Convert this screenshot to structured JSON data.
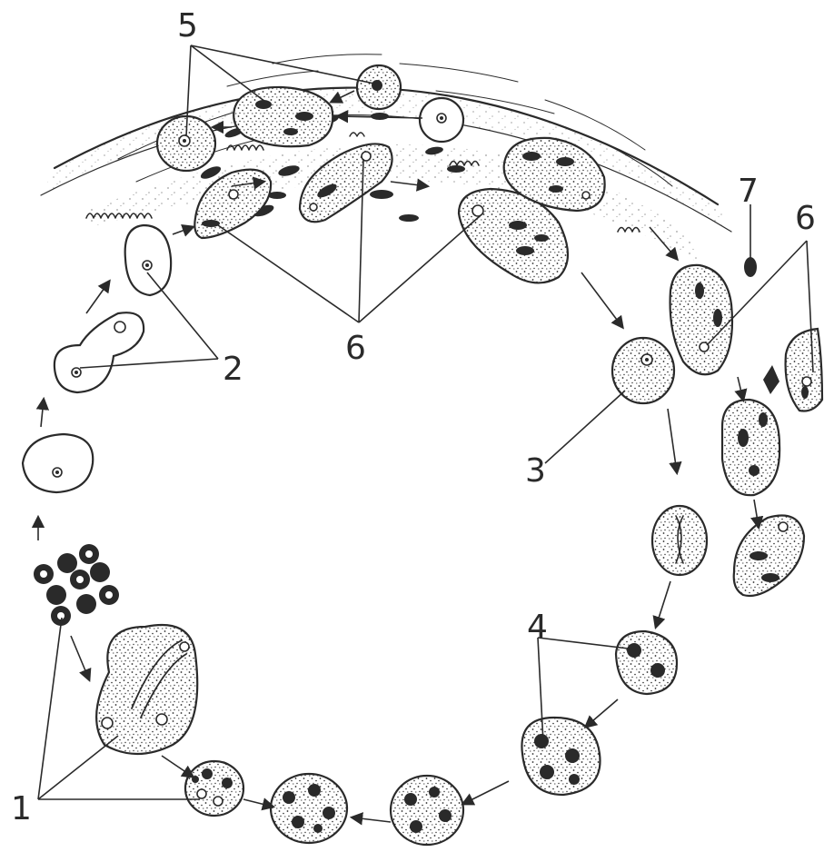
{
  "labels": {
    "l1": "1",
    "l2": "2",
    "l3": "3",
    "l4": "4",
    "l5": "5",
    "l6a": "6",
    "l6b": "6",
    "l7": "7"
  },
  "colors": {
    "ink": "#2a2a2a",
    "paper": "#ffffff"
  }
}
